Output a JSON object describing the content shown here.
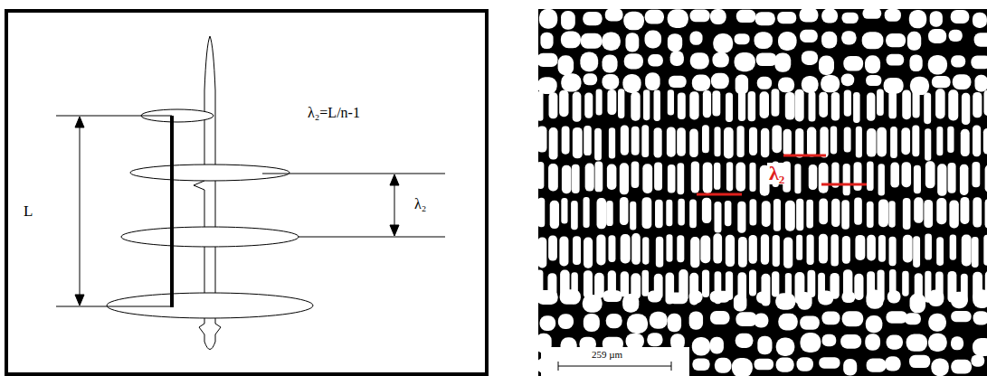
{
  "diagram": {
    "labels": [
      "λ₂=L/n-1",
      "L",
      "λ₂",
      "λ₂",
      "259 µm"
    ]
  }
}
